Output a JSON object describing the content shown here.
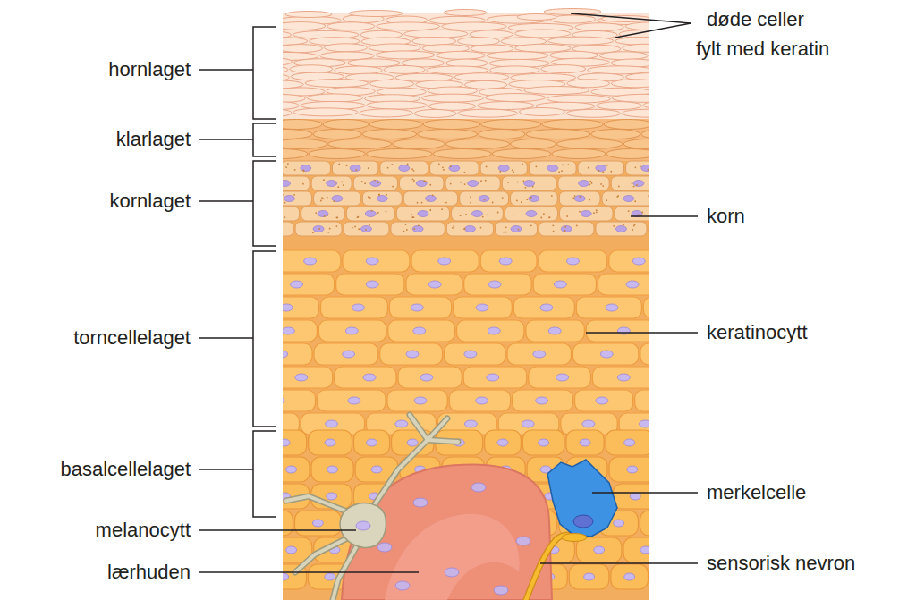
{
  "diagram": {
    "labels": [
      "døde celler fylt med keratin",
      "hornlaget",
      "klarlaget",
      "kornlaget",
      "korn",
      "torncellelaget",
      "keratinocytt",
      "basalcellelaget",
      "merkelcelle",
      "melanocytt",
      "sensorisk nevron",
      "lærhuden"
    ]
  }
}
